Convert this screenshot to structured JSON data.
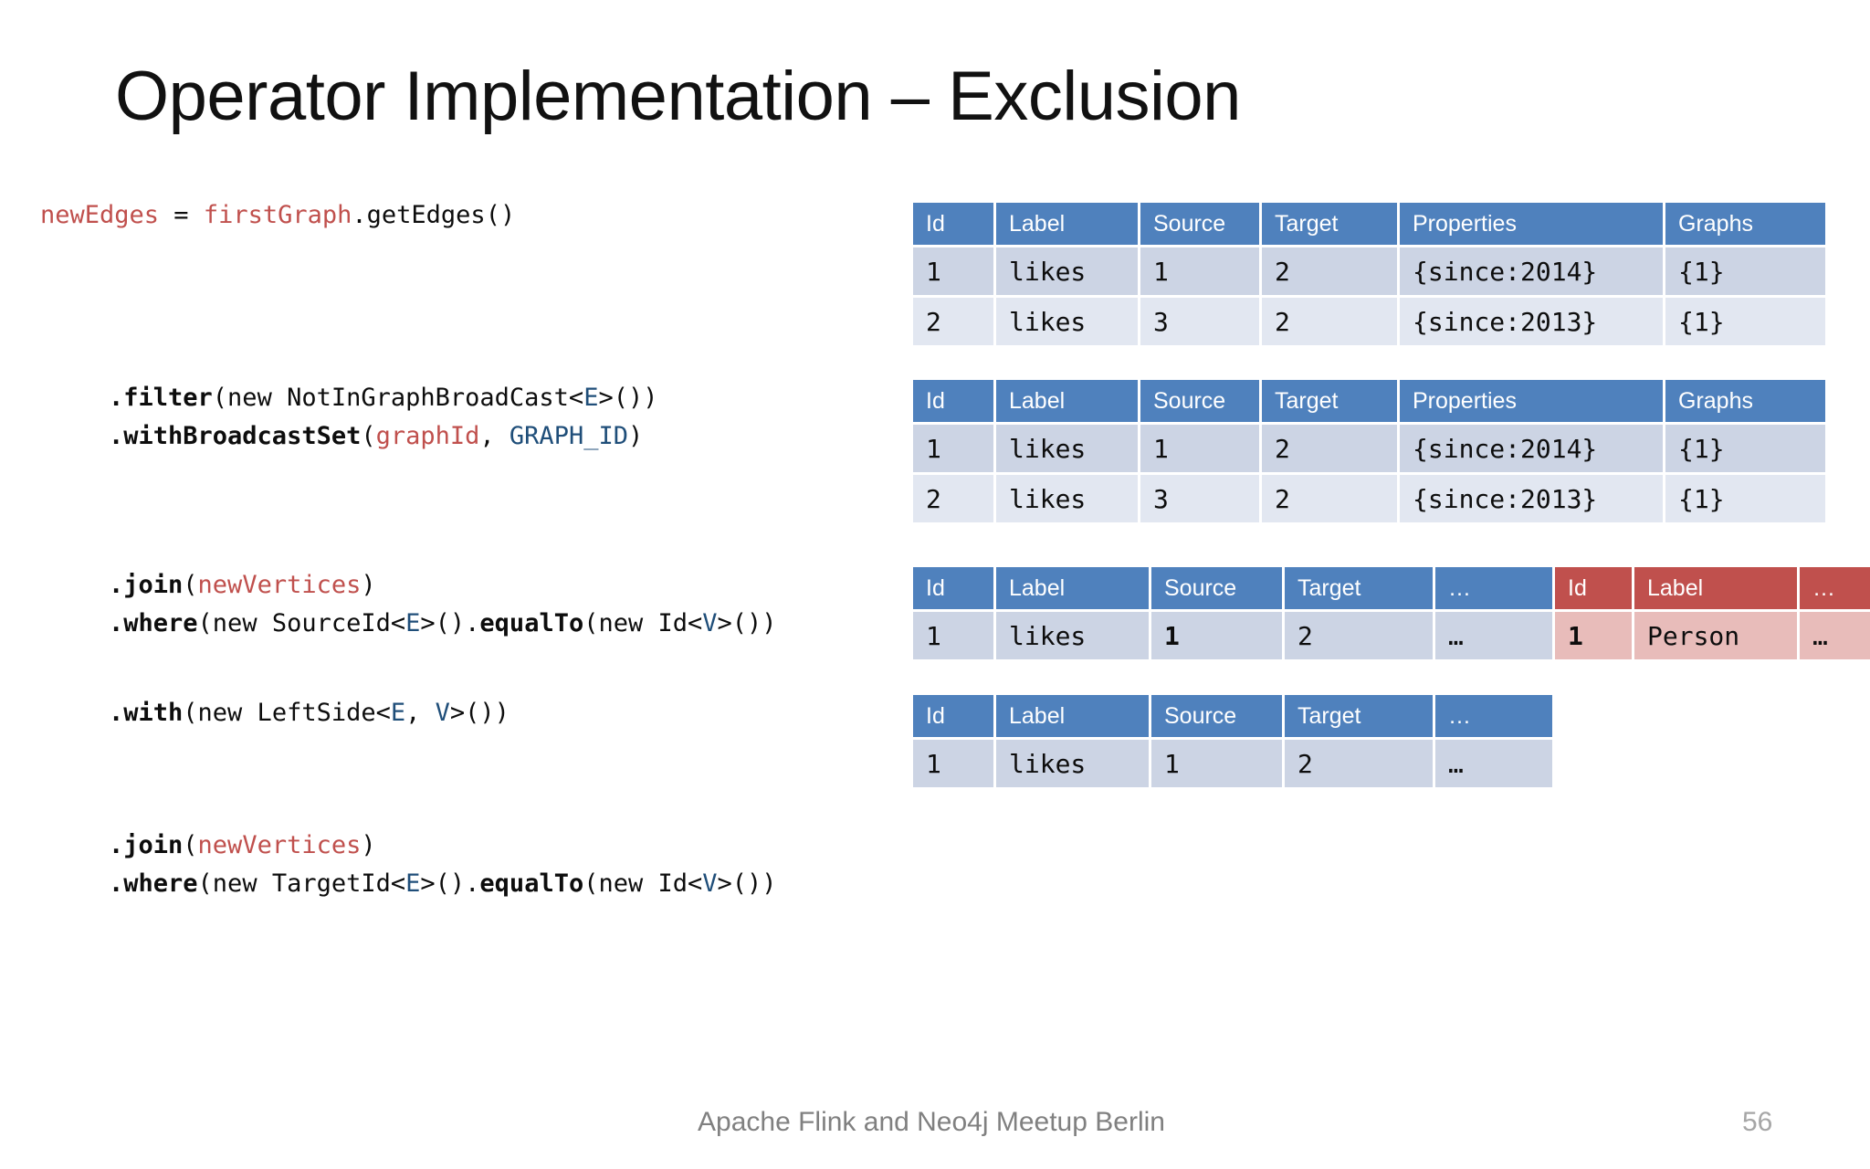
{
  "title": "Operator Implementation – Exclusion",
  "colors": {
    "header_blue": "#4f81bd",
    "header_red": "#c0504d",
    "row_blue": "#ccd4e4",
    "row_blue_alt": "#e2e7f1",
    "row_red": "#e8bcba",
    "code_red": "#c0504d",
    "code_blue": "#1f4e79",
    "footer_gray": "#808080"
  },
  "code": {
    "assign": {
      "line1": {
        "t1": "newEdges",
        "t2": " = ",
        "t3": "firstGraph",
        "t4": ".getEdges()"
      }
    },
    "filter": {
      "line1": {
        "t1": ".filter",
        "t2": "(new NotInGraphBroadCast<",
        "t3": "E",
        "t4": ">())"
      },
      "line2": {
        "t1": ".withBroadcastSet",
        "t2": "(",
        "t3": "graphId",
        "t4": ", ",
        "t5": "GRAPH_ID",
        "t6": ")"
      }
    },
    "join1": {
      "line1": {
        "t1": ".join",
        "t2": "(",
        "t3": "newVertices",
        "t4": ")"
      },
      "line2": {
        "t1": ".where",
        "t2": "(new SourceId<",
        "t3": "E",
        "t4": ">().",
        "t5": "equalTo",
        "t6": "(new Id<",
        "t7": "V",
        "t8": ">())"
      }
    },
    "with": {
      "line1": {
        "t1": ".with",
        "t2": "(new LeftSide<",
        "t3": "E",
        "t4": ", ",
        "t5": "V",
        "t6": ">())"
      }
    },
    "join2": {
      "line1": {
        "t1": ".join",
        "t2": "(",
        "t3": "newVertices",
        "t4": ")"
      },
      "line2": {
        "t1": ".where",
        "t2": "(new TargetId<",
        "t3": "E",
        "t4": ">().",
        "t5": "equalTo",
        "t6": "(new Id<",
        "t7": "V",
        "t8": ">())"
      }
    }
  },
  "tables": {
    "edges_initial": {
      "headers": [
        "Id",
        "Label",
        "Source",
        "Target",
        "Properties",
        "Graphs"
      ],
      "rows": [
        [
          "1",
          "likes",
          "1",
          "2",
          "{since:2014}",
          "{1}"
        ],
        [
          "2",
          "likes",
          "3",
          "2",
          "{since:2013}",
          "{1}"
        ]
      ]
    },
    "edges_filtered": {
      "headers": [
        "Id",
        "Label",
        "Source",
        "Target",
        "Properties",
        "Graphs"
      ],
      "rows": [
        [
          "1",
          "likes",
          "1",
          "2",
          "{since:2014}",
          "{1}"
        ],
        [
          "2",
          "likes",
          "3",
          "2",
          "{since:2013}",
          "{1}"
        ]
      ]
    },
    "edges_joined": {
      "headers_left": [
        "Id",
        "Label",
        "Source",
        "Target",
        "…"
      ],
      "headers_right": [
        "Id",
        "Label",
        "…"
      ],
      "row_left": [
        "1",
        "likes",
        "1",
        "2",
        "…"
      ],
      "row_right": [
        "1",
        "Person",
        "…"
      ]
    },
    "edges_leftside": {
      "headers": [
        "Id",
        "Label",
        "Source",
        "Target",
        "…"
      ],
      "rows": [
        [
          "1",
          "likes",
          "1",
          "2",
          "…"
        ]
      ]
    }
  },
  "footer": {
    "text": "Apache Flink and Neo4j Meetup Berlin",
    "page": "56"
  }
}
